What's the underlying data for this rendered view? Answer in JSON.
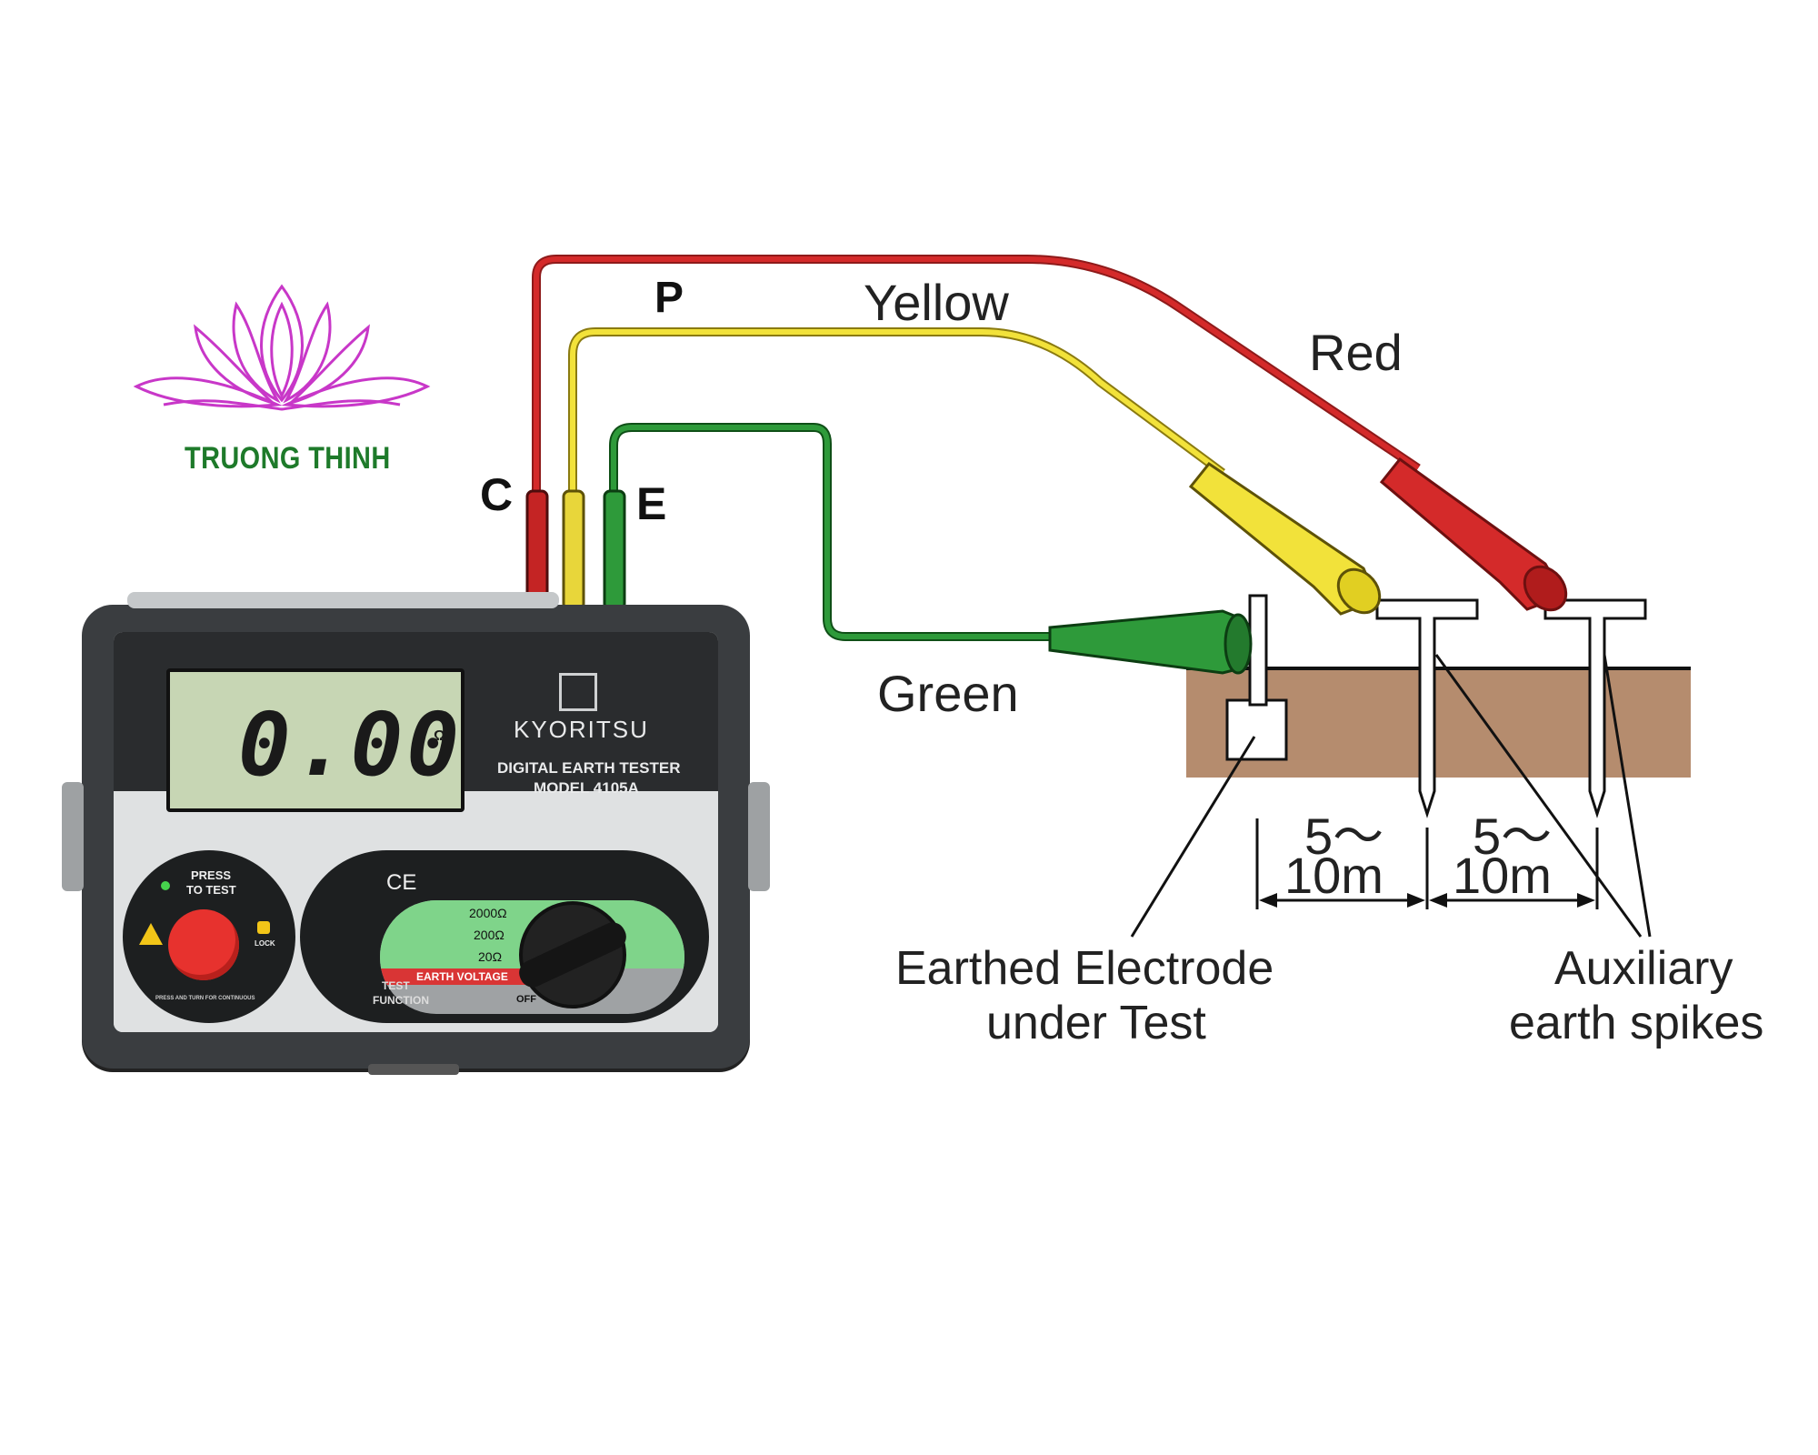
{
  "logo": {
    "text": "TRUONG THINH"
  },
  "wires": {
    "p_label": "P",
    "c_label": "C",
    "e_label": "E",
    "yellow": "Yellow",
    "red": "Red",
    "green": "Green"
  },
  "device": {
    "display_value": "0.00",
    "display_unit": "Ω",
    "brand": "KYORITSU",
    "title_line1": "DIGITAL EARTH TESTER",
    "title_line2": "MODEL 4105A",
    "ce_mark": "CE",
    "press_to_test_1": "PRESS",
    "press_to_test_2": "TO TEST",
    "lock": "LOCK",
    "button_caption": "PRESS AND TURN FOR CONTINUOUS",
    "range_2000": "2000Ω",
    "range_200": "200Ω",
    "range_20": "20Ω",
    "earth_voltage": "EARTH VOLTAGE",
    "off": "OFF",
    "test_function_1": "TEST",
    "test_function_2": "FUNCTION"
  },
  "distances": {
    "d1_line1": "5～",
    "d1_line2": "10m",
    "d2_line1": "5～",
    "d2_line2": "10m"
  },
  "captions": {
    "electrode_1": "Earthed Electrode",
    "electrode_2": "under Test",
    "aux_1": "Auxiliary",
    "aux_2": "earth spikes"
  },
  "colors": {
    "red_wire": "#d42a2a",
    "yellow_wire": "#f2e23a",
    "green_wire": "#2e9a3a",
    "soil": "#b58c6e",
    "logo_pink": "#c837c8",
    "logo_green": "#1e7a2a"
  }
}
